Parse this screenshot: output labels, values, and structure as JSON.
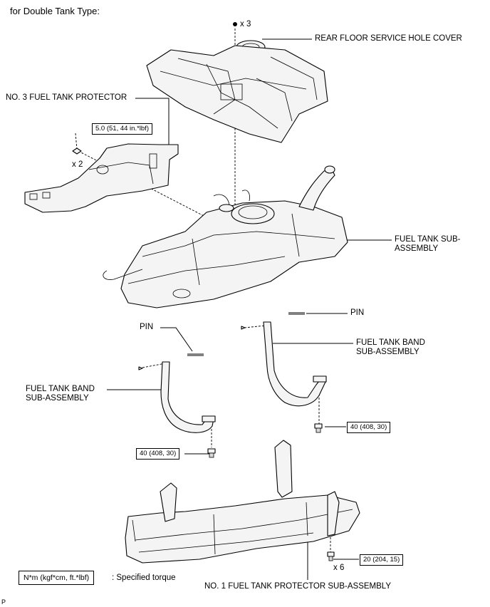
{
  "header": "for Double Tank Type:",
  "callouts": {
    "rear_floor_cover": "REAR FLOOR SERVICE HOLE COVER",
    "protector_no3": "NO. 3 FUEL TANK PROTECTOR",
    "fuel_tank": "FUEL TANK SUB-\nASSEMBLY",
    "pin_right": "PIN",
    "pin_left": "PIN",
    "band_right": "FUEL TANK BAND\nSUB-ASSEMBLY",
    "band_left": "FUEL TANK BAND\nSUB-ASSEMBLY",
    "protector_no1": "NO. 1 FUEL TANK PROTECTOR SUB-ASSEMBLY"
  },
  "quantities": {
    "cover_clips": "x 3",
    "protector_bolts": "x 2",
    "no1_bolts": "x 6"
  },
  "torques": {
    "protector_no3": "5.0 (51, 44 in.*lbf)",
    "band_right": "40 (408, 30)",
    "band_left": "40 (408, 30)",
    "protector_no1": "20 (204, 15)"
  },
  "legend": {
    "unit_box": "N*m (kgf*cm, ft.*lbf)",
    "description": ": Specified torque"
  },
  "footer_mark": "P"
}
